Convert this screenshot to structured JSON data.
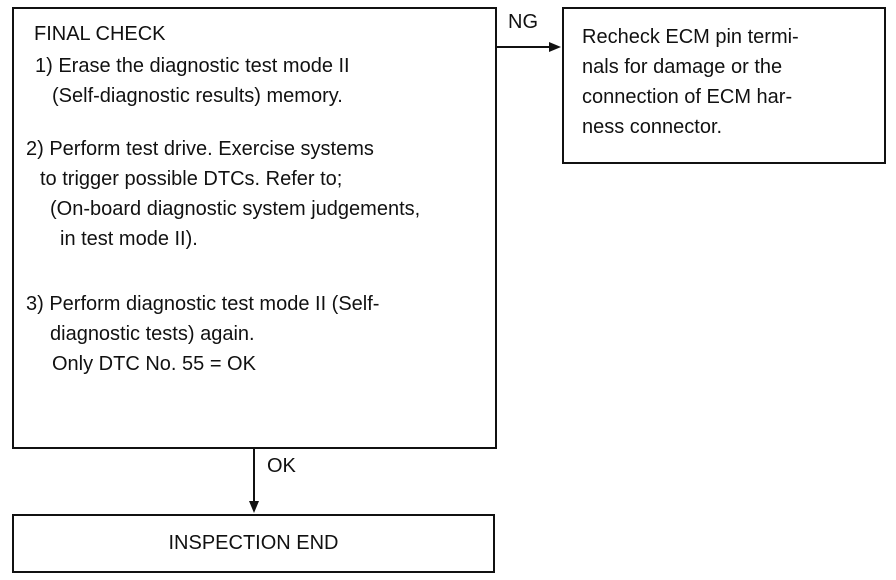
{
  "final_check": {
    "title": "FINAL CHECK",
    "step1": [
      "1) Erase the diagnostic test mode II",
      "(Self-diagnostic results) memory."
    ],
    "step2": [
      "2) Perform test drive.  Exercise systems",
      "to trigger possible DTCs.   Refer to;",
      "(On-board diagnostic system judgements,",
      "in test mode  II)."
    ],
    "step3": [
      "3) Perform diagnostic test mode II (Self-",
      "diagnostic tests) again.",
      "Only DTC No. 55 = OK"
    ]
  },
  "ng_branch": {
    "label": "NG",
    "text": [
      "Recheck ECM pin termi-",
      "nals for damage or the",
      "connection of ECM har-",
      "ness connector."
    ]
  },
  "ok_branch": {
    "label": "OK",
    "end_text": "INSPECTION END"
  }
}
